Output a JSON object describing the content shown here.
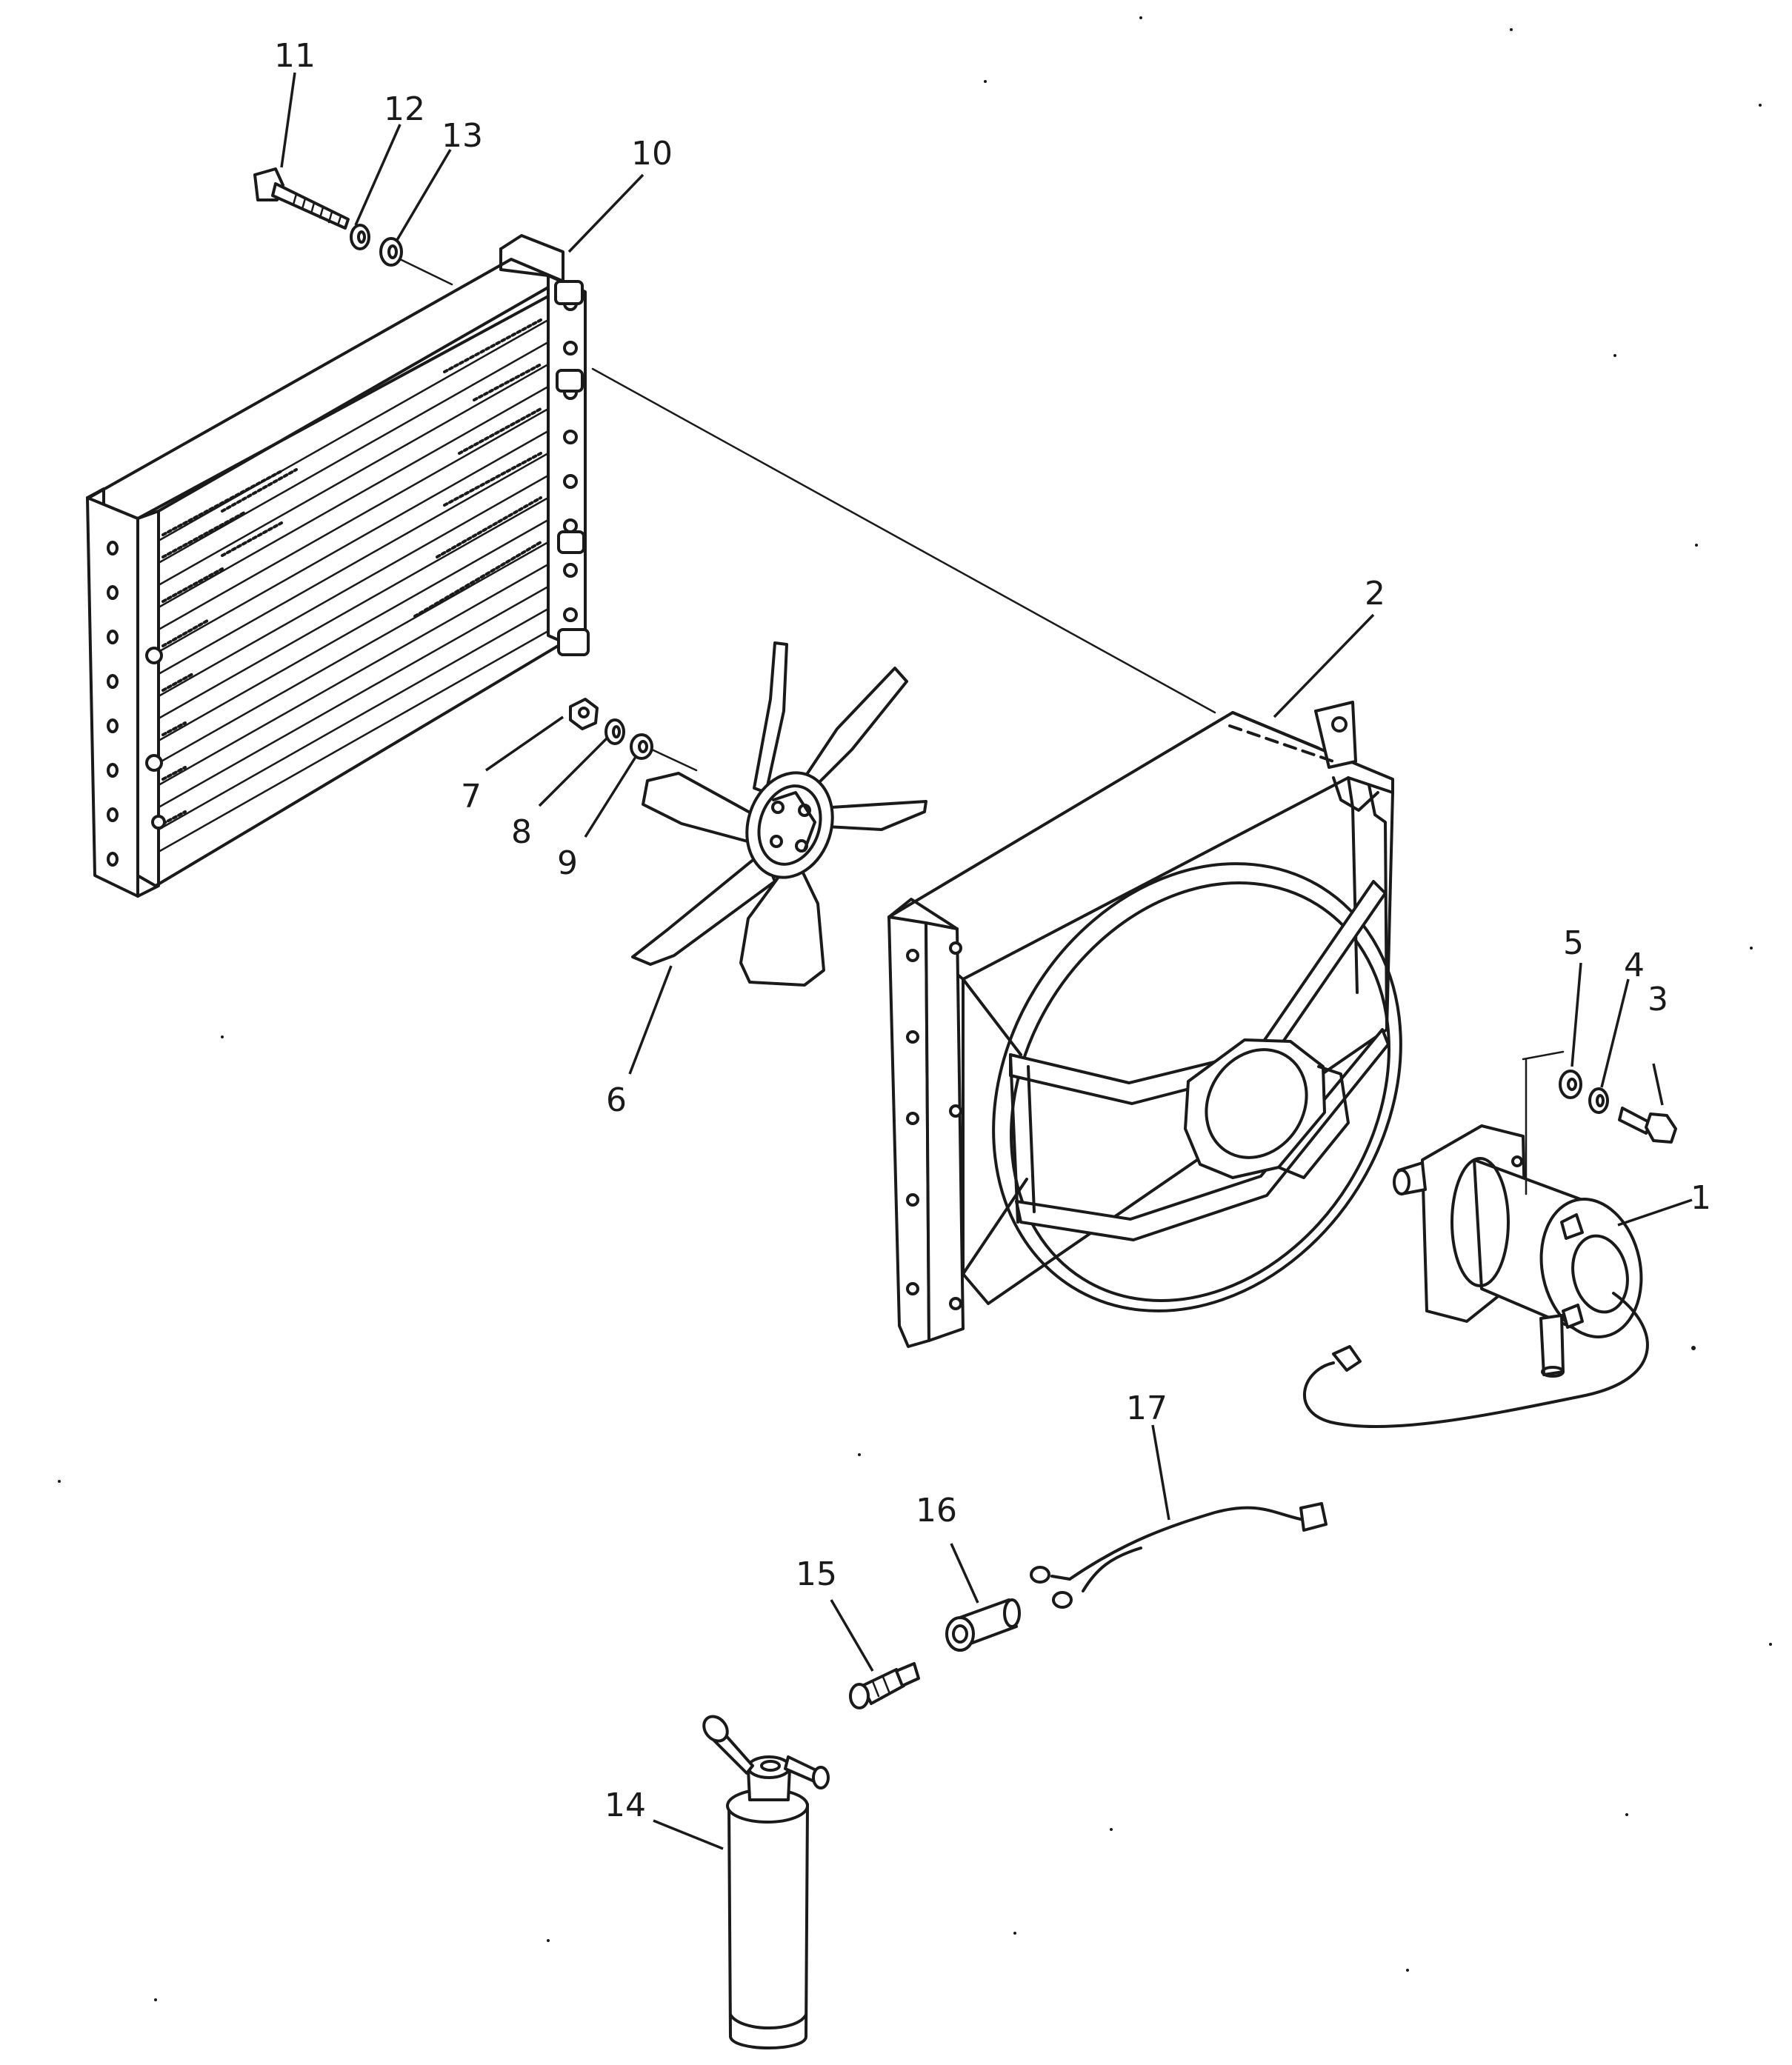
{
  "diagram": {
    "type": "exploded-parts-view",
    "callouts": [
      {
        "id": "1",
        "label": "1"
      },
      {
        "id": "2",
        "label": "2"
      },
      {
        "id": "3",
        "label": "3"
      },
      {
        "id": "4",
        "label": "4"
      },
      {
        "id": "5",
        "label": "5"
      },
      {
        "id": "6",
        "label": "6"
      },
      {
        "id": "7",
        "label": "7"
      },
      {
        "id": "8",
        "label": "8"
      },
      {
        "id": "9",
        "label": "9"
      },
      {
        "id": "10",
        "label": "10"
      },
      {
        "id": "11",
        "label": "11"
      },
      {
        "id": "12",
        "label": "12"
      },
      {
        "id": "13",
        "label": "13"
      },
      {
        "id": "14",
        "label": "14"
      },
      {
        "id": "15",
        "label": "15"
      },
      {
        "id": "16",
        "label": "16"
      },
      {
        "id": "17",
        "label": "17"
      }
    ],
    "parts": [
      {
        "callout": "1",
        "icon": "fan-motor-icon"
      },
      {
        "callout": "2",
        "icon": "fan-shroud-icon"
      },
      {
        "callout": "3",
        "icon": "bolt-icon"
      },
      {
        "callout": "4",
        "icon": "lock-washer-icon"
      },
      {
        "callout": "5",
        "icon": "washer-icon"
      },
      {
        "callout": "6",
        "icon": "fan-blade-icon"
      },
      {
        "callout": "7",
        "icon": "nut-icon"
      },
      {
        "callout": "8",
        "icon": "lock-washer-icon"
      },
      {
        "callout": "9",
        "icon": "washer-icon"
      },
      {
        "callout": "10",
        "icon": "condenser-core-icon"
      },
      {
        "callout": "11",
        "icon": "bolt-icon"
      },
      {
        "callout": "12",
        "icon": "lock-washer-icon"
      },
      {
        "callout": "13",
        "icon": "washer-icon"
      },
      {
        "callout": "14",
        "icon": "receiver-drier-icon"
      },
      {
        "callout": "15",
        "icon": "pressure-switch-icon"
      },
      {
        "callout": "16",
        "icon": "connector-cap-icon"
      },
      {
        "callout": "17",
        "icon": "wire-harness-icon"
      }
    ]
  }
}
